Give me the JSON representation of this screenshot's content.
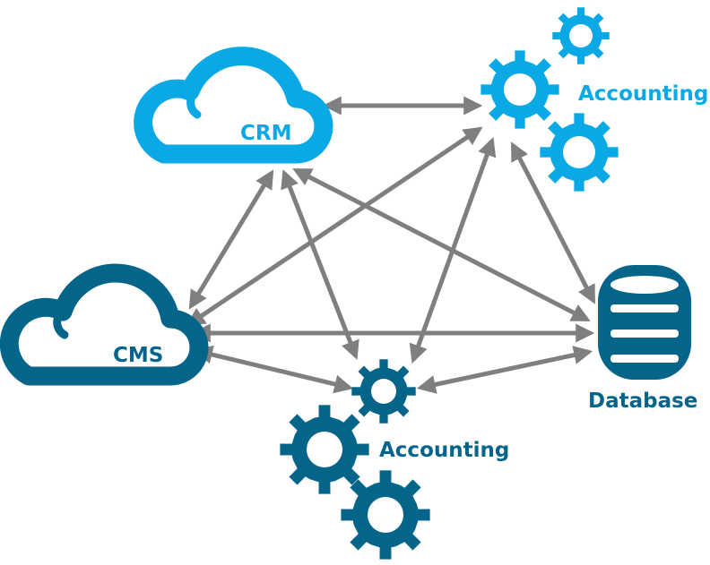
{
  "colors": {
    "light_blue": "#0aa9e6",
    "dark_blue": "#04648a",
    "arrow_gray": "#7f7f7f",
    "background": "#ffffff"
  },
  "nodes": {
    "crm": {
      "label": "CRM",
      "icon": "cloud-icon"
    },
    "accounting_top": {
      "label": "Accounting",
      "icon": "gears-icon"
    },
    "cms": {
      "label": "CMS",
      "icon": "cloud-icon"
    },
    "accounting_bottom": {
      "label": "Accounting",
      "icon": "gears-icon"
    },
    "database": {
      "label": "Database",
      "icon": "database-icon"
    }
  },
  "connections": [
    {
      "from": "CRM",
      "to": "Accounting (top)",
      "bidirectional": true
    },
    {
      "from": "CRM",
      "to": "CMS",
      "bidirectional": true
    },
    {
      "from": "CRM",
      "to": "Accounting (bottom)",
      "bidirectional": true
    },
    {
      "from": "CRM",
      "to": "Database",
      "bidirectional": true
    },
    {
      "from": "Accounting (top)",
      "to": "CMS",
      "bidirectional": true
    },
    {
      "from": "Accounting (top)",
      "to": "Accounting (bottom)",
      "bidirectional": true
    },
    {
      "from": "Accounting (top)",
      "to": "Database",
      "bidirectional": true
    },
    {
      "from": "CMS",
      "to": "Database",
      "bidirectional": true
    },
    {
      "from": "CMS",
      "to": "Accounting (bottom)",
      "bidirectional": true
    },
    {
      "from": "Accounting (bottom)",
      "to": "Database",
      "bidirectional": true
    }
  ]
}
